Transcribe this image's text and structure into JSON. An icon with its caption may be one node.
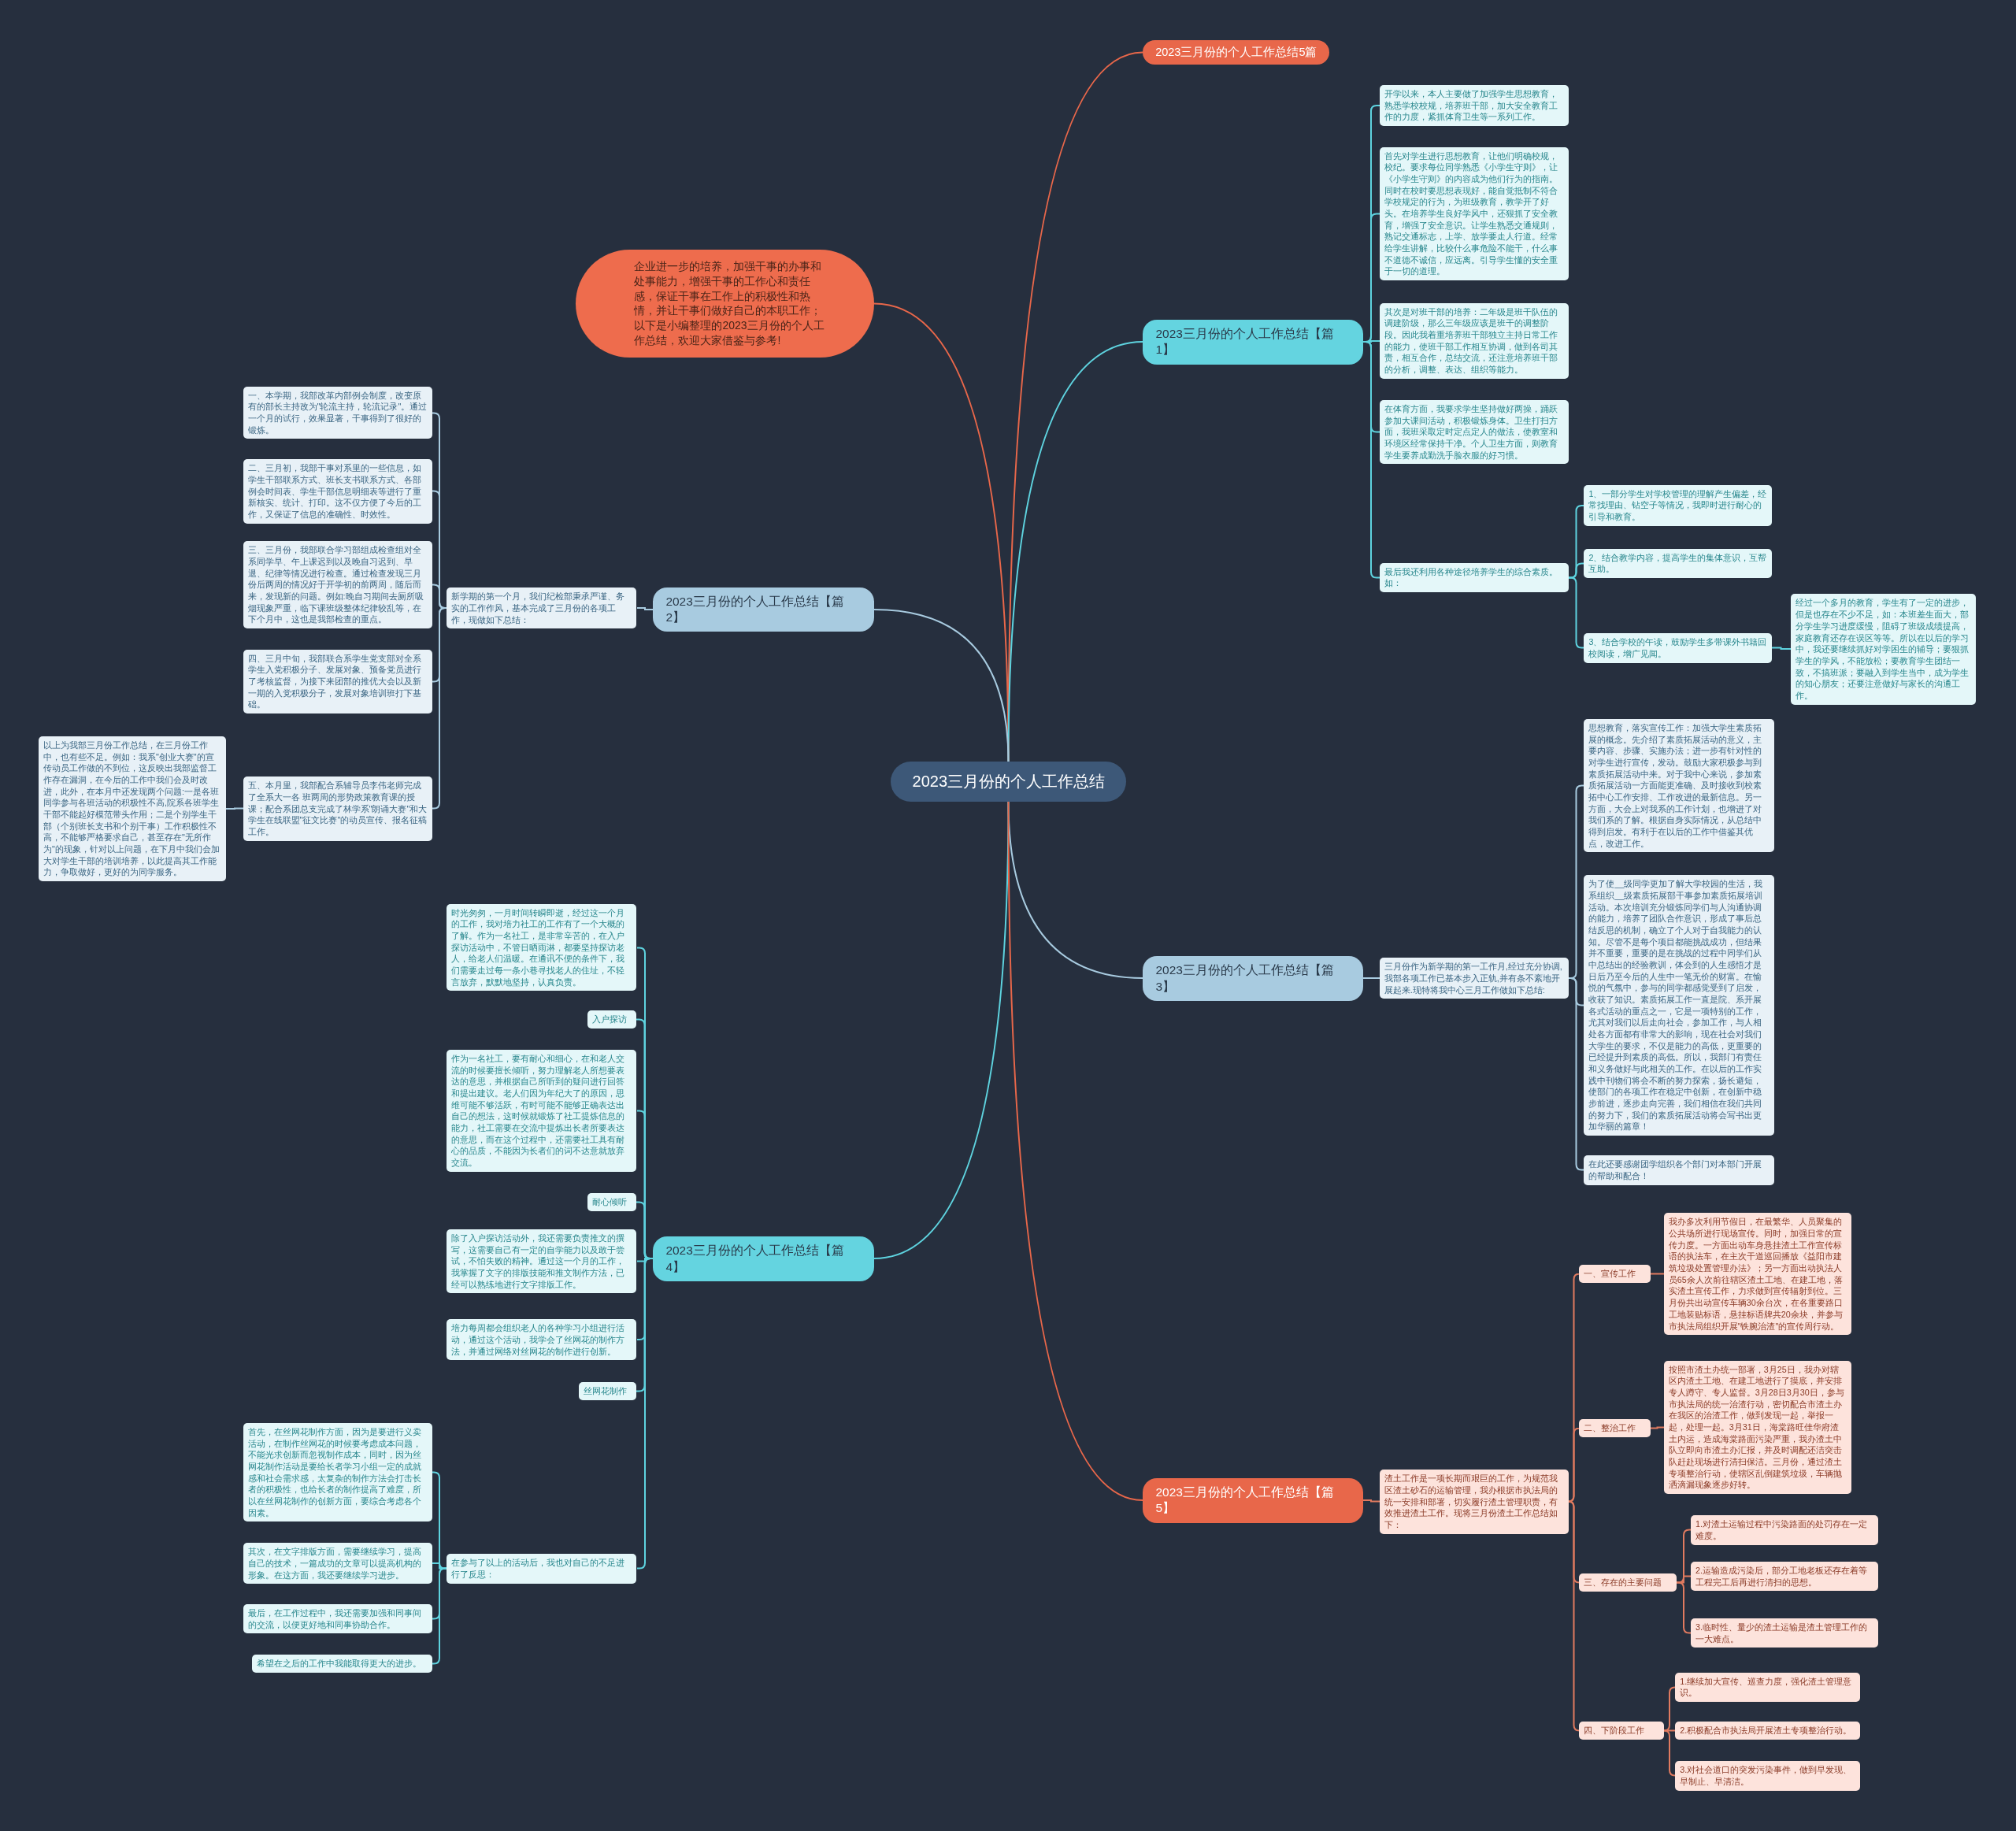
{
  "diagram": {
    "nodes": [
      {
        "text": [
          "2023三月份的个人工作总结"
        ]
      },
      {
        "text": [
          "2023三月份的个人工作总结5篇"
        ]
      },
      {
        "text": [
          "企业进一步的培养，加强干事的办事和处事能力，增强干事的工作心和责任感，保证干事在工作上的积极性和热情，并让干事们做好自己的本职工作；以下是小编整理的2023三月份的个人工作总结，欢迎大家借鉴与参考!"
        ]
      },
      {
        "text": [
          "2023三月份的个人工作总结【篇1】"
        ]
      },
      {
        "text": [
          "开学以来，本人主要做了加强学生思想教育，熟悉学校校规，培养班干部，加大安全教育工作的力度，紧抓体育卫生等一系列工作。"
        ]
      },
      {
        "text": [
          "首先对学生进行思想教育，让他们明确校规，校纪。要求每位同学熟悉《小学生守则》，让《小学生守则》的内容成为他们行为的指南。同时在校时要思想表现好，能自觉抵制不符合学校规定的行为，为班级教育，教学开了好头。在培养学生良好学风中，还狠抓了安全教育，增强了安全意识。让学生熟悉交通规则，熟记交通标志，上学、放学要走人行道。经常给学生讲解，比较什么事危险不能干，什么事不道德不诚信，应远离。引导学生懂的安全重于一切的道理。"
        ]
      },
      {
        "text": [
          "其次是对班干部的培养：二年级是班干队伍的调建阶级，那么三年级应该是班干的调整阶段。因此我着重培养班干部独立主持日常工作的能力，使班干部工作相互协调，做到各司其责，相互合作，总结交流，还注意培养班干部的分析，调整、表达、组织等能力。"
        ]
      },
      {
        "text": [
          "在体育方面，我要求学生坚持做好两操，踊跃参加大课间活动，积极锻炼身体。卫生打扫方面，我班采取定时定点定人的做法，使教室和环境区经常保持干净。个人卫生方面，则教育学生要养成勤洗手脸衣服的好习惯。"
        ]
      },
      {
        "text": [
          "最后我还利用各种途径培养学生的综合素质。如："
        ]
      },
      {
        "text": [
          "1、一部分学生对学校管理的理解产生偏差，经常找理由、钻空子等情况，我即时进行耐心的引导和教育。"
        ]
      },
      {
        "text": [
          "2、结合教学内容，提高学生的集体意识，互帮互助。"
        ]
      },
      {
        "text": [
          "3、结合学校的午读，鼓励学生多带课外书籍回校阅读，增广见闻。"
        ]
      },
      {
        "text": [
          "经过一个多月的教育，学生有了一定的进步，但是也存在不少不足，如：本班差生面大，部分学生学习进度缓慢，阻碍了班级成绩提高，家庭教育还存在误区等等。所以在以后的学习中，我还要继续抓好对学困生的辅导；要狠抓学生的学风，不能放松；要教育学生团结一致，不搞班派；要融入到学生当中，成为学生的知心朋友；还要注意做好与家长的沟通工作。"
        ]
      },
      {
        "text": [
          "2023三月份的个人工作总结【篇2】"
        ]
      },
      {
        "text": [
          "新学期的第一个月，我们纪检部秉承严谨、务实的工作作风，基本完成了三月份的各项工作，现做如下总结："
        ]
      },
      {
        "text": [
          "一、本学期，我部改革内部例会制度，改变原有的部长主持改为\"轮流主持，轮流记录\"。通过一个月的试行，效果显著，干事得到了很好的锻炼。"
        ]
      },
      {
        "text": [
          "二、三月初，我部干事对系里的一些信息，如学生干部联系方式、班长支书联系方式、各部例会时间表、学生干部信息明细表等进行了重新核实、统计、打印。这不仅方便了今后的工作，又保证了信息的准确性、时效性。"
        ]
      },
      {
        "text": [
          "三、三月份，我部联合学习部组成检查组对全系同学早、午上课迟到以及晚自习迟到、早退、纪律等情况进行检查。通过检查发现三月份后两周的情况好于开学初的前两周，随后而来，发现新的问题。例如:晚自习期间去厕所吸烟现象严重，临下课班级整体纪律较乱等，在下个月中，这也是我部检查的重点。"
        ]
      },
      {
        "text": [
          "四、三月中旬，我部联合系学生党支部对全系学生入党积极分子、发展对象、预备党员进行了考核监督，为接下来团部的推优大会以及新一期的入党积极分子，发展对象培训班打下基础。"
        ]
      },
      {
        "text": [
          "五、本月里，我部配合系辅导员李伟老师完成了全系大一各 班两周的形势政策教育课的授课；配合系团总支完成了林学系\"朗诵大赛\"和大学生在线联盟\"征文比赛\"的动员宣传、报名征稿工作。"
        ]
      },
      {
        "text": [
          "以上为我部三月份工作总结，在三月份工作中，也有些不足。例如：我系\"创业大赛\"的宣传动员工作做的不到位，这反映出我部监督工作存在漏洞，在今后的工作中我们会及时改进，此外，在本月中还发现两个问题:一是各班同学参与各班活动的积极性不高,院系各班学生干部不能起好模范带头作用；二是个别学生干部（个别班长支书和个别干事）工作积极性不高，不能够严格要求自己，甚至存在\"无所作为\"的现象，针对以上问题，在下月中我们会加大对学生干部的培训培养，以此提高其工作能力，争取做好，更好的为同学服务。"
        ]
      },
      {
        "text": [
          "2023三月份的个人工作总结【篇3】"
        ]
      },
      {
        "text": [
          "三月份作为新学期的第一工作月,经过充分协调,我部各项工作已基本步入正轨,并有条不紊地开展起来.现特将我中心三月工作做如下总结:"
        ]
      },
      {
        "text": [
          "思想教育，落实宣传工作：加强大学生素质拓展的概念。先介绍了素质拓展活动的意义，主要内容、步骤、实施办法；进一步有针对性的对学生进行宣传，发动。鼓励大家积极参与到素质拓展活动中来。对于我中心来说，参加素质拓展活动一方面能更准确、及时接收到校素拓中心工作安排、工作改进的最新信息。另一方面，大会上对我系的工作计划，也增进了对我们系的了解。根据自身实际情况，从总结中得到启发。有利于在以后的工作中借鉴其优点，改进工作。"
        ]
      },
      {
        "text": [
          "为了使__级同学更加了解大学校园的生活，我系组织__级素质拓展部干事参加素质拓展培训活动。本次培训充分锻炼同学们与人沟通协调的能力，培养了团队合作意识，形成了事后总结反思的机制，确立了个人对于自我能力的认知。尽管不是每个项目都能挑战成功，但结果并不重要，重要的是在挑战的过程中同学们从中总结出的经验教训，体会到的人生感悟才是日后乃至今后的人生中一笔无价的财富。在愉悦的气氛中，参与的同学都感觉受到了启发，收获了知识。素质拓展工作一直是院、系开展各式活动的重点之一，它是一项特别的工作，尤其对我们以后走向社会，参加工作，与人相处各方面都有非常大的影响，现在社会对我们大学生的要求，不仅是能力的高低，更重要的已经提升到素质的高低。所以，我部门有责任和义务做好与此相关的工作。在以后的工作实践中刊物们将会不断的努力探索，扬长避短，使部门的各项工作在稳定中创新，在创新中稳步前进，逐步走向完善，我们相信在我们共同的努力下，我们的素质拓展活动将会写书出更加华丽的篇章！"
        ]
      },
      {
        "text": [
          "在此还要感谢团学组织各个部门对本部门开展的帮助和配合！"
        ]
      },
      {
        "text": [
          "2023三月份的个人工作总结【篇4】"
        ]
      },
      {
        "text": [
          "时光匆匆，一月时间转瞬即逝，经过这一个月的工作，我对培力社工的工作有了一个大概的了解。作为一名社工，是非常辛苦的，在入户探访活动中，不管日晒雨淋，都要坚持探访老人，给老人们温暖。在通讯不便的条件下，我们需要走过每一条小巷寻找老人的住址，不轻言放弃，默默地坚持，认真负责。"
        ]
      },
      {
        "text": [
          "入户探访"
        ]
      },
      {
        "text": [
          "作为一名社工，要有耐心和细心，在和老人交流的时候要擅长倾听，努力理解老人所想要表达的意思，并根据自己所听到的疑问进行回答和提出建议。老人们因为年纪大了的原因，思维可能不够活跃，有时可能不能够正确表达出自己的想法，这时候就锻炼了社工提炼信息的能力，社工需要在交流中提炼出长者所要表达的意思，而在这个过程中，还需要社工具有耐心的品质，不能因为长者们的词不达意就放弃交流。"
        ]
      },
      {
        "text": [
          "耐心倾听"
        ]
      },
      {
        "text": [
          "除了入户探访活动外，我还需要负责推文的撰写，这需要自己有一定的自学能力以及敢于尝试，不怕失败的精神。通过这一个月的工作，我掌握了文字的排版技能和推文制作方法，已经可以熟练地进行文字排版工作。"
        ]
      },
      {
        "text": [
          "培力每周都会组织老人的各种学习小组进行活动，通过这个活动，我学会了丝网花的制作方法，并通过网络对丝网花的制作进行创新。"
        ]
      },
      {
        "text": [
          "丝网花制作"
        ]
      },
      {
        "text": [
          "在参与了以上的活动后，我也对自己的不足进行了反思："
        ]
      },
      {
        "text": [
          "首先，在丝网花制作方面，因为是要进行义卖活动，在制作丝网花的时候要考虑成本问题，不能光求创新而忽视制作成本，同时，因为丝网花制作活动是要给长者学习小组一定的成就感和社会需求感，太复杂的制作方法会打击长者的积极性，也给长者的制作提高了难度，所以在丝网花制作的创新方面，要综合考虑各个因素。"
        ]
      },
      {
        "text": [
          "其次，在文字排版方面，需要继续学习，提高自己的技术，一篇成功的文章可以提高机构的形象。在这方面，我还要继续学习进步。"
        ]
      },
      {
        "text": [
          "最后，在工作过程中，我还需要加强和同事间的交流，以便更好地和同事协助合作。"
        ]
      },
      {
        "text": [
          "希望在之后的工作中我能取得更大的进步。"
        ]
      },
      {
        "text": [
          "2023三月份的个人工作总结【篇5】"
        ]
      },
      {
        "text": [
          "渣土工作是一项长期而艰巨的工作，为规范我区渣土砂石的运输管理，我办根据市执法局的统一安排和部署，切实履行渣土管理职责，有效推进渣土工作。现将三月份渣土工作总结如下："
        ]
      },
      {
        "text": [
          "一、宣传工作"
        ]
      },
      {
        "text": [
          "我办多次利用节假日，在最繁华、人员聚集的公共场所进行现场宣传。同时，加强日常的宣传力度。一方面出动车身悬挂渣土工作宣传标语的执法车，在主次干道巡回播放《益阳市建筑垃圾处置管理办法》；另一方面出动执法人员65余人次前往辖区渣土工地、在建工地，落实渣土宣传工作，力求做到宣传辐射到位。三月份共出动宣传车辆30余台次，在各重要路口工地装贴标语，悬挂标语牌共20余块，并参与市执法局组织开展\"铁腕治渣\"的宣传周行动。"
        ]
      },
      {
        "text": [
          "二、整治工作"
        ]
      },
      {
        "text": [
          "按照市渣土办统一部署，3月25日，我办对辖区内渣土工地、在建工地进行了摸底，并安排专人蹲守、专人监督。3月28日3月30日，参与市执法局的统一治渣行动，密切配合市渣土办在我区的治渣工作，做到发现一起，举报一起，处理一起。3月31日，海棠路旺佳华府渣土内运，造成海棠路面污染严重，我办渣土中队立即向市渣土办汇报，并及时调配还洁突击队赶赴现场进行清扫保洁。三月份，通过渣土专项整治行动，使辖区乱倒建筑垃圾，车辆抛洒滴漏现象逐步好转。"
        ]
      },
      {
        "text": [
          "三、存在的主要问题"
        ]
      },
      {
        "text": [
          "1.对渣土运输过程中污染路面的处罚存在一定难度。"
        ]
      },
      {
        "text": [
          "2.运输造成污染后，部分工地老板还存在着等工程完工后再进行清扫的思想。"
        ]
      },
      {
        "text": [
          "3.临时性、量少的渣土运输是渣土管理工作的一大难点。"
        ]
      },
      {
        "text": [
          "四、下阶段工作"
        ]
      },
      {
        "text": [
          "1.继续加大宣传、巡查力度，强化渣土管理意识。"
        ]
      },
      {
        "text": [
          "2.积极配合市执法局开展渣土专项整治行动。"
        ]
      },
      {
        "text": [
          "3.对社会道口的突发污染事件，做到早发现、早制止、早清洁。"
        ]
      }
    ],
    "edges": [
      {
        "from": 0,
        "to": 1,
        "arrow": "none",
        "color": "#e8674a"
      },
      {
        "from": 0,
        "to": 2,
        "arrow": "none",
        "color": "#e8674a"
      },
      {
        "from": 0,
        "to": 3,
        "arrow": "none"
      },
      {
        "from": 0,
        "to": 13,
        "arrow": "none",
        "color": "#a8cbe0"
      },
      {
        "from": 0,
        "to": 21,
        "arrow": "none",
        "color": "#a8cbe0"
      },
      {
        "from": 0,
        "to": 26,
        "arrow": "none"
      },
      {
        "from": 0,
        "to": 39,
        "arrow": "none",
        "color": "#e8674a"
      },
      {
        "from": 3,
        "to": 4,
        "arrow": "none"
      },
      {
        "from": 3,
        "to": 5,
        "arrow": "none"
      },
      {
        "from": 3,
        "to": 6,
        "arrow": "none"
      },
      {
        "from": 3,
        "to": 7,
        "arrow": "none"
      },
      {
        "from": 3,
        "to": 8,
        "arrow": "none"
      },
      {
        "from": 8,
        "to": 9,
        "arrow": "none"
      },
      {
        "from": 8,
        "to": 10,
        "arrow": "none"
      },
      {
        "from": 8,
        "to": 11,
        "arrow": "none"
      },
      {
        "from": 11,
        "to": 12,
        "arrow": "none"
      },
      {
        "from": 13,
        "to": 14,
        "arrow": "none",
        "color": "#a8cbe0"
      },
      {
        "from": 14,
        "to": 15,
        "arrow": "none",
        "color": "#a8cbe0"
      },
      {
        "from": 14,
        "to": 16,
        "arrow": "none",
        "color": "#a8cbe0"
      },
      {
        "from": 14,
        "to": 17,
        "arrow": "none",
        "color": "#a8cbe0"
      },
      {
        "from": 14,
        "to": 18,
        "arrow": "none",
        "color": "#a8cbe0"
      },
      {
        "from": 14,
        "to": 19,
        "arrow": "none",
        "color": "#a8cbe0"
      },
      {
        "from": 19,
        "to": 20,
        "arrow": "none",
        "color": "#a8cbe0"
      },
      {
        "from": 21,
        "to": 22,
        "arrow": "none",
        "color": "#a8cbe0"
      },
      {
        "from": 22,
        "to": 23,
        "arrow": "none",
        "color": "#a8cbe0"
      },
      {
        "from": 22,
        "to": 24,
        "arrow": "none",
        "color": "#a8cbe0"
      },
      {
        "from": 22,
        "to": 25,
        "arrow": "none",
        "color": "#a8cbe0"
      },
      {
        "from": 26,
        "to": 27,
        "arrow": "none"
      },
      {
        "from": 26,
        "to": 28,
        "arrow": "none"
      },
      {
        "from": 26,
        "to": 29,
        "arrow": "none"
      },
      {
        "from": 26,
        "to": 30,
        "arrow": "none"
      },
      {
        "from": 26,
        "to": 31,
        "arrow": "none"
      },
      {
        "from": 26,
        "to": 32,
        "arrow": "none"
      },
      {
        "from": 26,
        "to": 33,
        "arrow": "none"
      },
      {
        "from": 26,
        "to": 34,
        "arrow": "none"
      },
      {
        "from": 34,
        "to": 35,
        "arrow": "none"
      },
      {
        "from": 34,
        "to": 36,
        "arrow": "none"
      },
      {
        "from": 34,
        "to": 37,
        "arrow": "none"
      },
      {
        "from": 34,
        "to": 38,
        "arrow": "none"
      },
      {
        "from": 39,
        "to": 40,
        "arrow": "none",
        "color": "#e07a5f"
      },
      {
        "from": 40,
        "to": 41,
        "arrow": "none",
        "color": "#e07a5f"
      },
      {
        "from": 40,
        "to": 43,
        "arrow": "none",
        "color": "#e07a5f"
      },
      {
        "from": 40,
        "to": 45,
        "arrow": "none",
        "color": "#e07a5f"
      },
      {
        "from": 40,
        "to": 49,
        "arrow": "none",
        "color": "#e07a5f"
      },
      {
        "from": 41,
        "to": 42,
        "arrow": "none",
        "color": "#e07a5f"
      },
      {
        "from": 43,
        "to": 44,
        "arrow": "none",
        "color": "#e07a5f"
      },
      {
        "from": 45,
        "to": 46,
        "arrow": "none",
        "color": "#e07a5f"
      },
      {
        "from": 45,
        "to": 47,
        "arrow": "none",
        "color": "#e07a5f"
      },
      {
        "from": 45,
        "to": 48,
        "arrow": "none",
        "color": "#e07a5f"
      },
      {
        "from": 49,
        "to": 50,
        "arrow": "none",
        "color": "#e07a5f"
      },
      {
        "from": 49,
        "to": 51,
        "arrow": "none",
        "color": "#e07a5f"
      },
      {
        "from": 49,
        "to": 52,
        "arrow": "none",
        "color": "#e07a5f"
      }
    ]
  }
}
